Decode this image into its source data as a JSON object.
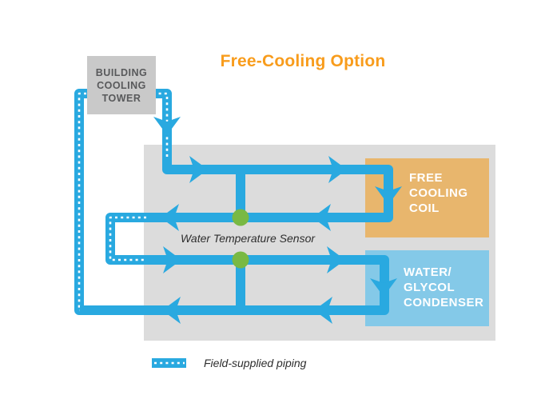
{
  "title": "Free-Cooling Option",
  "colors": {
    "pipe": "#29A9E0",
    "panel": "#DCDCDC",
    "tower_box": "#C9C9C9",
    "tower_text": "#58595B",
    "coil_box": "#E8B66D",
    "condenser_box": "#84C9E8",
    "sensor_dot": "#79B943",
    "title_text": "#F89C1C",
    "label_text": "#FFFFFF",
    "annotation_text": "#2E2E2E",
    "background": "#FFFFFF"
  },
  "diagram": {
    "tower": {
      "lines": [
        "BUILDING",
        "COOLING",
        "TOWER"
      ]
    },
    "coil": {
      "lines": [
        "FREE",
        "COOLING",
        "COIL"
      ]
    },
    "condenser": {
      "lines": [
        "WATER/",
        "GLYCOL",
        "CONDENSER"
      ]
    },
    "sensor_label": "Water Temperature Sensor",
    "sensor_count": 2
  },
  "legend": {
    "field_piping_label": "Field-supplied piping"
  }
}
